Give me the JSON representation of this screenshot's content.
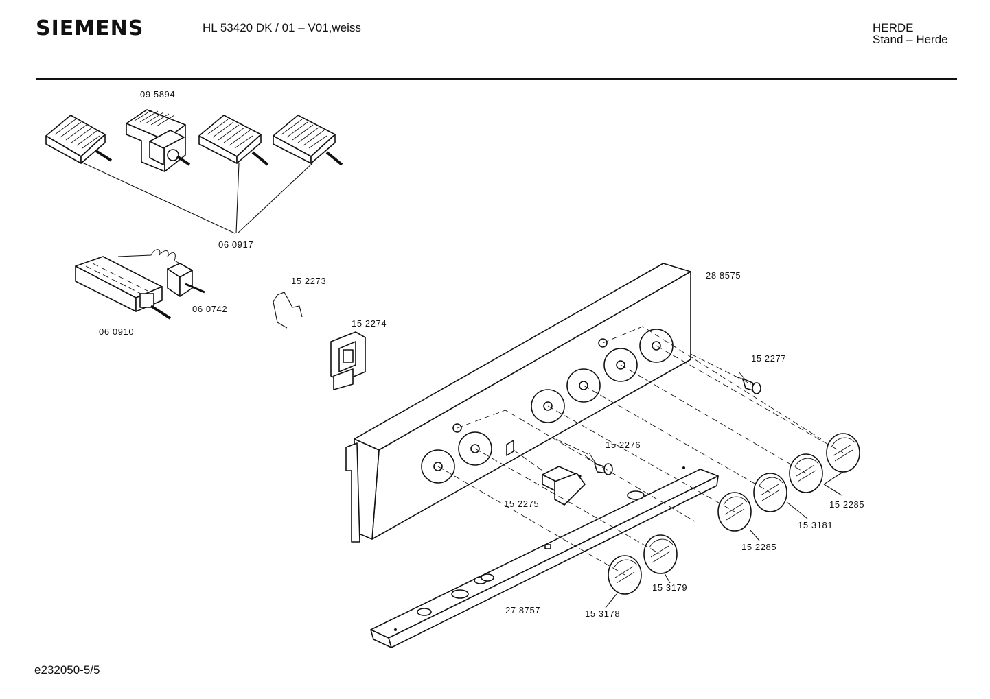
{
  "header": {
    "brand": "SIEMENS",
    "model": "HL 53420 DK / 01 – V01,weiss",
    "category": "HERDE",
    "subcategory": "Stand – Herde"
  },
  "footer": {
    "doc_id": "e232050-5/5"
  },
  "parts": {
    "p095894": "09 5894",
    "p060917": "06 0917",
    "p060742": "06 0742",
    "p060910": "06 0910",
    "p152273": "15 2273",
    "p152274": "15 2274",
    "p288575": "28 8575",
    "p152277": "15 2277",
    "p152276": "15 2276",
    "p152275": "15 2275",
    "p152285a": "15 2285",
    "p153181": "15 3181",
    "p152285b": "15 2285",
    "p153179": "15 3179",
    "p153178": "15 3178",
    "p278757": "27 8757"
  }
}
